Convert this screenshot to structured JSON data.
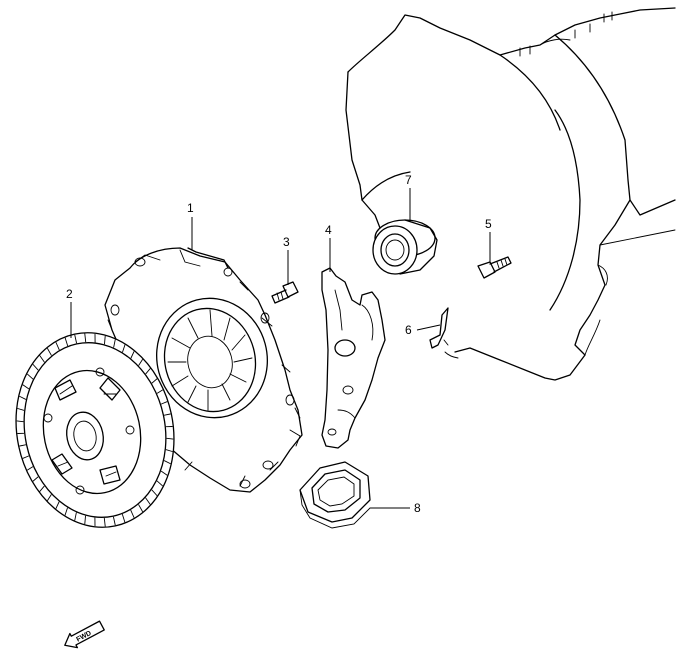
{
  "callouts": [
    {
      "id": "part-1",
      "label": "1"
    },
    {
      "id": "part-2",
      "label": "2"
    },
    {
      "id": "part-3",
      "label": "3"
    },
    {
      "id": "part-4",
      "label": "4"
    },
    {
      "id": "part-5",
      "label": "5"
    },
    {
      "id": "part-6",
      "label": "6"
    },
    {
      "id": "part-7",
      "label": "7"
    },
    {
      "id": "part-8",
      "label": "8"
    }
  ],
  "direction_marker": {
    "label": "FWD",
    "icon": "forward-arrow-icon"
  },
  "colors": {
    "line": "#000000",
    "background": "#ffffff"
  }
}
